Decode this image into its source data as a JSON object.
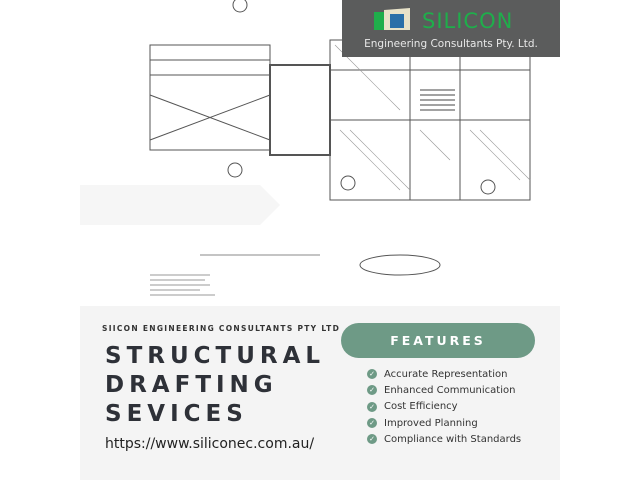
{
  "logo": {
    "name": "SILICON",
    "subtitle": "Engineering Consultants Pty. Ltd."
  },
  "company": "SIICON ENGINEERING CONSULTANTS PTY LTD",
  "title_lines": [
    "STRUCTURAL",
    "DRAFTING",
    "SEVICES"
  ],
  "url": "https://www.siliconec.com.au/",
  "features_label": "FEATURES",
  "features": [
    "Accurate Representation",
    "Enhanced Communication",
    "Cost Efficiency",
    "Improved Planning",
    "Compliance with Standards"
  ],
  "colors": {
    "accent": "#6e9a86",
    "logo_green": "#1fae4b",
    "logo_bg": "#5b5c5c",
    "title": "#2e3138"
  }
}
